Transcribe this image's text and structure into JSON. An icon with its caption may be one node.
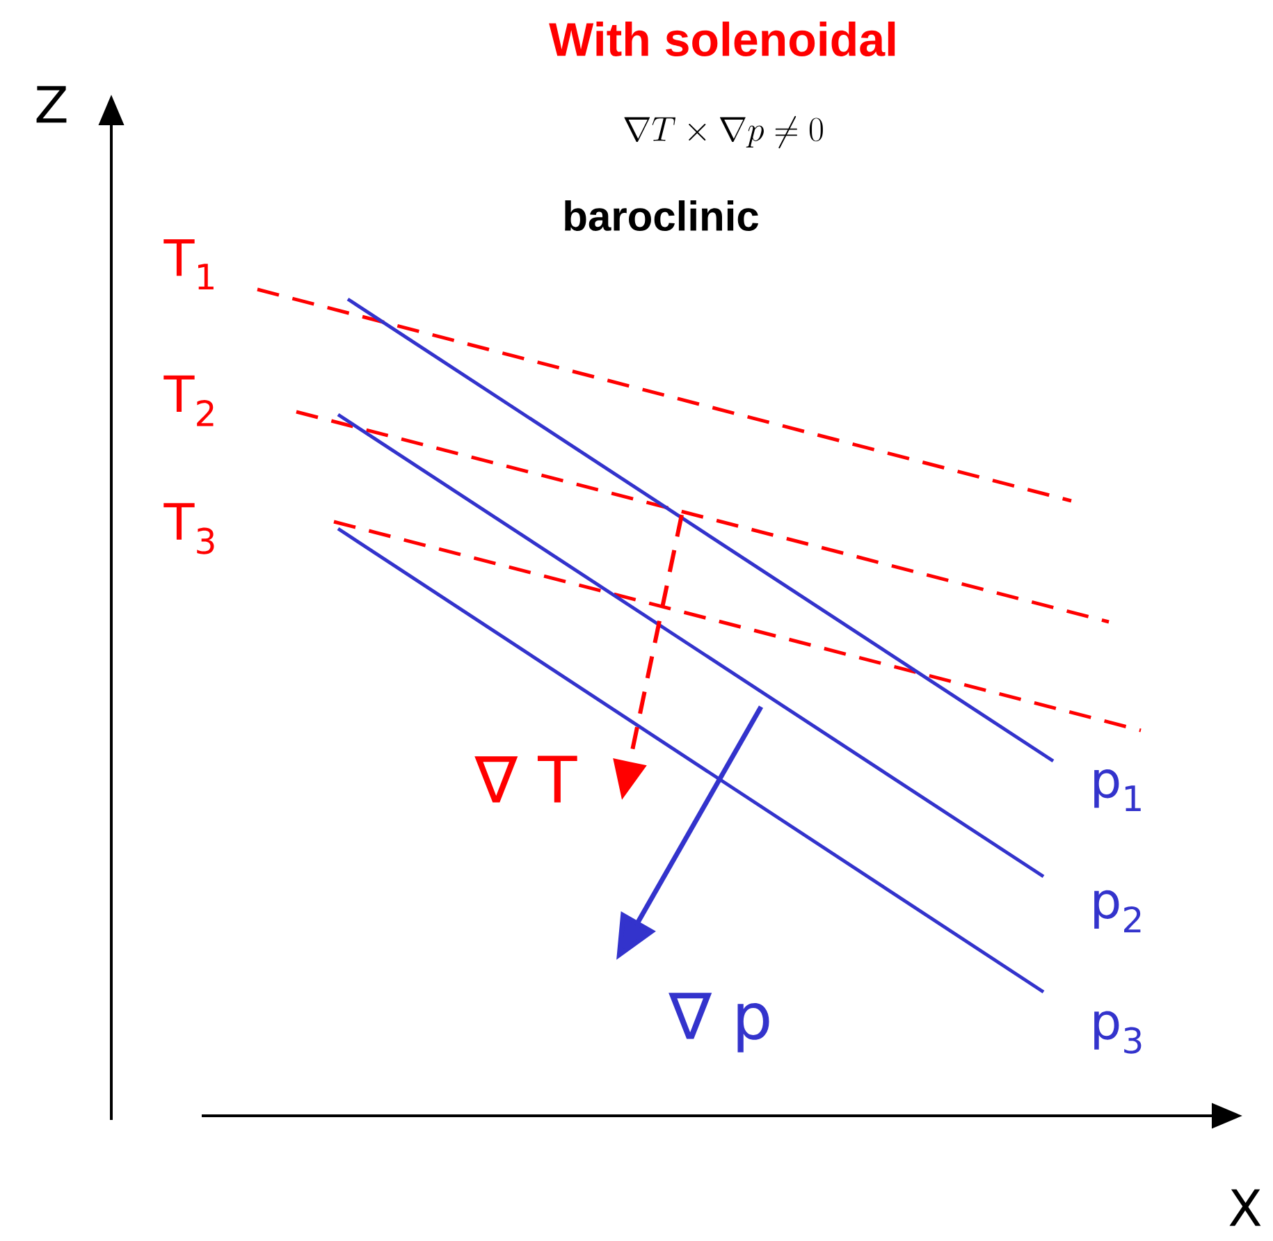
{
  "diagram": {
    "title": "With solenoidal",
    "labels": [
      "\\nabla T \\times \\nabla p \\neq 0",
      "baroclinic",
      "Z",
      "T$_{1}$",
      "T$_{2}$",
      "T$_{3}$",
      "∇ T",
      "p$_{1}$",
      "p$_{2}$",
      "p$_{3}$",
      "∇ p",
      "X"
    ]
  }
}
